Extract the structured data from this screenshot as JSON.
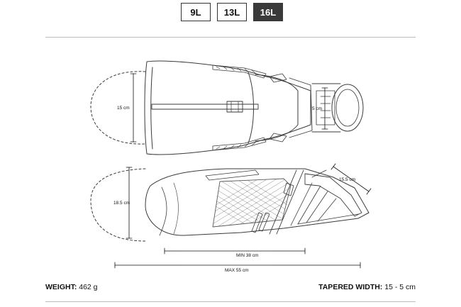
{
  "size_tabs": [
    {
      "label": "9L",
      "active": false
    },
    {
      "label": "13L",
      "active": false
    },
    {
      "label": "16L",
      "active": true
    }
  ],
  "dimensions": {
    "top_height": "15 cm",
    "top_mount": "5 cm",
    "side_height": "18.5 cm",
    "side_taper": "15.5 cm",
    "min_length": "MIN 38 cm",
    "max_length": "MAX 55 cm"
  },
  "specs": {
    "weight_label": "WEIGHT:",
    "weight_value": "462 g",
    "width_label": "TAPERED WIDTH:",
    "width_value": "15 - 5 cm"
  },
  "colors": {
    "line": "#3a3a3a",
    "mesh": "#5a5a5a",
    "active_tab": "#3a3a3a",
    "divider": "#bdbdbd"
  }
}
